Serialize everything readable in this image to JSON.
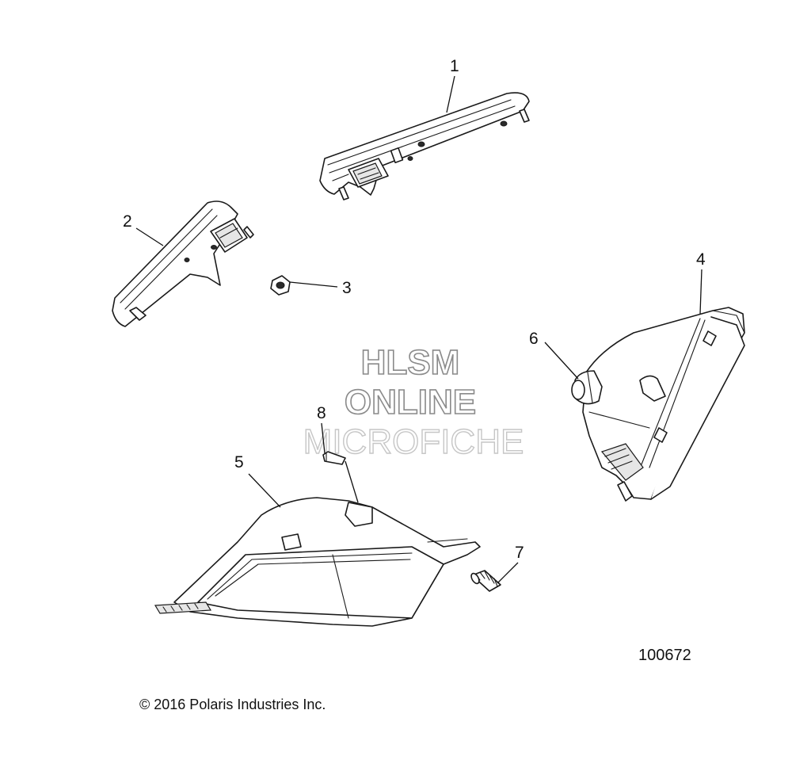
{
  "callouts": {
    "c1": "1",
    "c2": "2",
    "c3": "3",
    "c4": "4",
    "c5": "5",
    "c6": "6",
    "c7": "7",
    "c8": "8"
  },
  "watermark": {
    "line1": "HLSM",
    "line2": "ONLINE",
    "line3": "MICROFICHE"
  },
  "figure_number": "100672",
  "copyright": "© 2016 Polaris Industries Inc."
}
